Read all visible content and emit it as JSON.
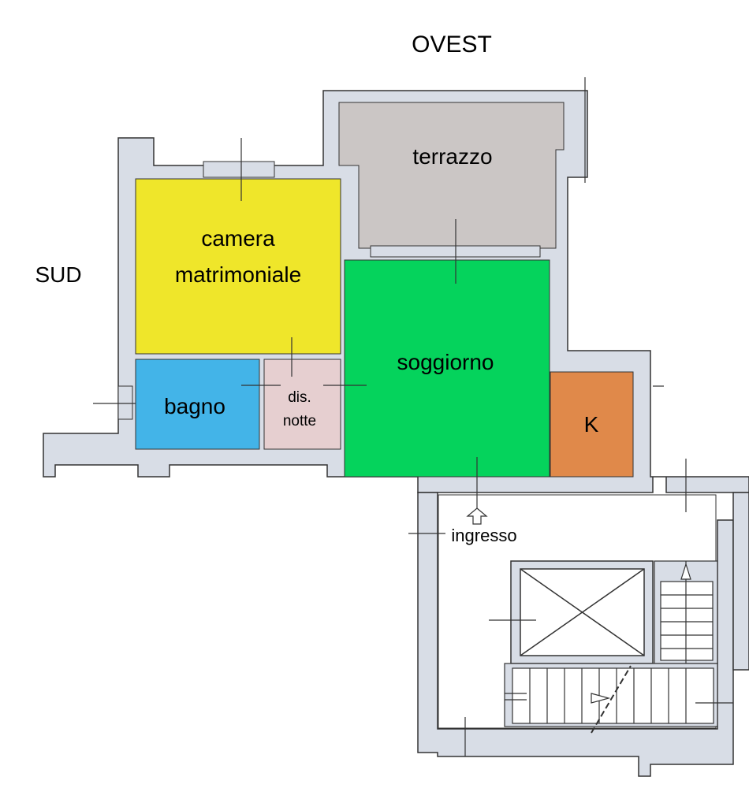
{
  "compass": {
    "west": "OVEST",
    "south": "SUD"
  },
  "rooms": {
    "terrace": {
      "label": "terrazzo",
      "color": "#cbc6c5"
    },
    "master_bedroom": {
      "label_line1": "camera",
      "label_line2": "matrimoniale",
      "color": "#efe62a"
    },
    "living_room": {
      "label": "soggiorno",
      "color": "#05d35c"
    },
    "bathroom": {
      "label": "bagno",
      "color": "#43b4e8"
    },
    "night_hall": {
      "label_line1": "dis.",
      "label_line2": "notte",
      "color": "#e6cfd0"
    },
    "kitchen": {
      "label": "K",
      "color": "#e0894a"
    }
  },
  "entrance": {
    "label": "ingresso"
  },
  "wall_color": "#d8dde6"
}
